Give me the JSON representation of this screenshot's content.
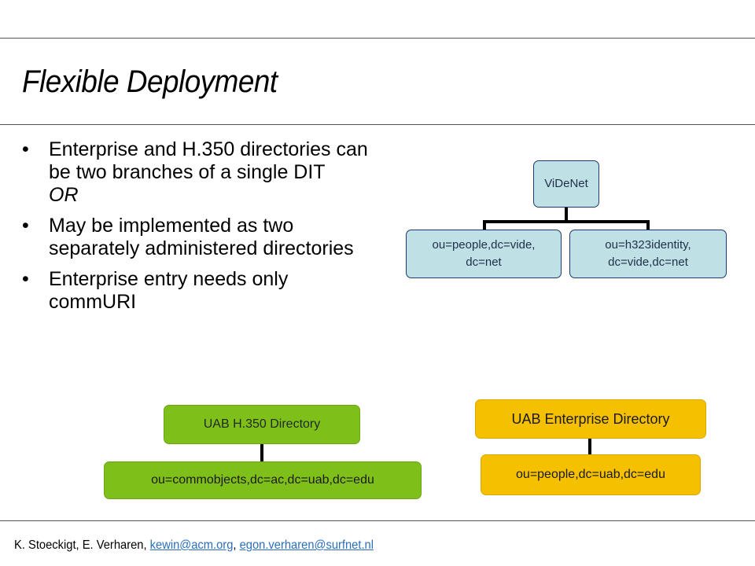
{
  "slide": {
    "title": "Flexible Deployment",
    "bullets": [
      {
        "text": "Enterprise and H.350 directories can be two branches of a single DIT",
        "suffix": "OR"
      },
      {
        "text": "May be implemented as two separately administered directories"
      },
      {
        "text": "Enterprise entry needs only commURI"
      }
    ],
    "bullet_glyph": "•"
  },
  "tree_videnet": {
    "root": "ViDeNet",
    "children": [
      "ou=people,dc=vide,\ndc=net",
      "ou=h323identity,\ndc=vide,dc=net"
    ],
    "fill": "#bfe1e6"
  },
  "tree_h350": {
    "root": "UAB H.350 Directory",
    "child": "ou=commobjects,dc=ac,dc=uab,dc=edu",
    "fill": "#7fbf1a"
  },
  "tree_enterprise": {
    "root": "UAB Enterprise Directory",
    "child": "ou=people,dc=uab,dc=edu",
    "fill": "#f5c000"
  },
  "footer": {
    "authors": "K. Stoeckigt, E. Verharen, ",
    "email1": "kewin@acm.org",
    "separator": ", ",
    "email2": "egon.verharen@surfnet.nl"
  }
}
